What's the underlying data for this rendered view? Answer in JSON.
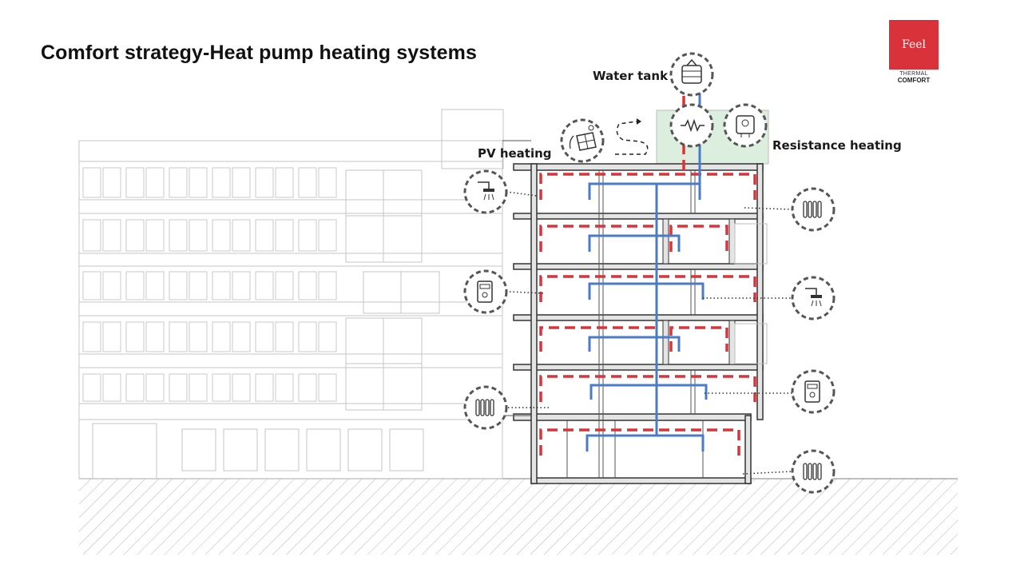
{
  "title": "Comfort strategy-Heat pump heating systems",
  "logo": {
    "word": "Feel",
    "line1": "THERMAL",
    "line2": "COMFORT",
    "color": "#d9323a"
  },
  "labels": {
    "water_tank": "Water tank",
    "pv_heating": "PV heating",
    "resistance_heating": "Resistance heating"
  },
  "colors": {
    "hot_pipe": "#d9343a",
    "cold_pipe": "#4a7bc9",
    "roof_unit": "#dcefdf",
    "outline": "#333333"
  },
  "icons": {
    "water_tank": "water-tank-icon",
    "heat_exchanger": "heat-exchanger-icon",
    "pv_panel": "solar-panel-icon",
    "water_heater": "electric-water-heater-icon",
    "shower": "shower-icon",
    "wall_heater": "wall-heater-icon",
    "radiator": "radiator-icon"
  }
}
